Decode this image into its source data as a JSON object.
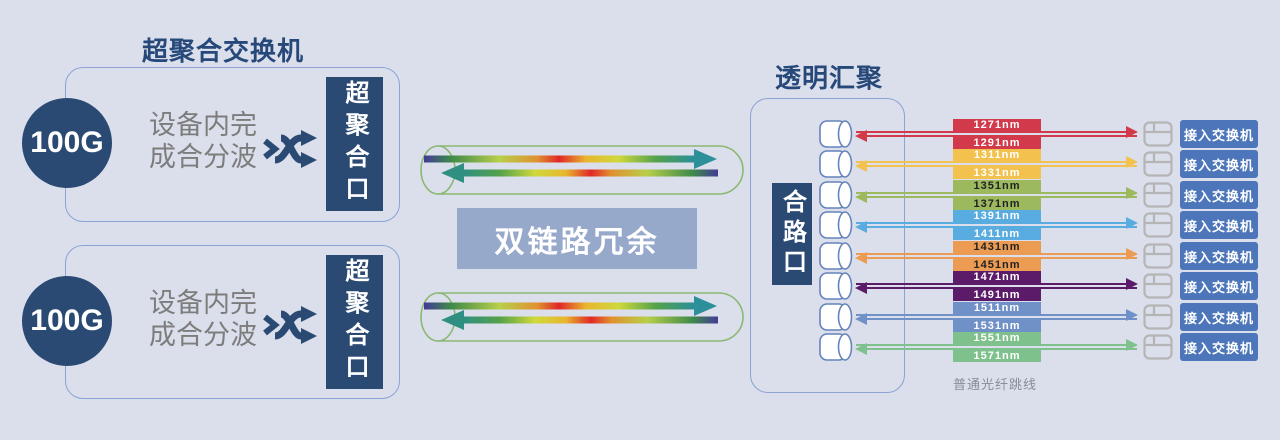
{
  "colors": {
    "background": "#dbdfeb",
    "navy": "#2a4a74",
    "box_border": "#8ca3d4",
    "button_blue": "#4d76ba",
    "desc_gray": "#7d7d7d",
    "tube_outline": "#8bb873",
    "tube_head_right": "#2c8f99",
    "tube_head_left": "#2f8f80",
    "switch_icon_gray": "#b5b5b5",
    "caption_gray": "#878c99"
  },
  "left": {
    "title": "超聚合交换机",
    "units": [
      {
        "speed": "100G",
        "desc_line1": "设备内完",
        "desc_line2": "成合分波",
        "port_label": "超聚合口"
      },
      {
        "speed": "100G",
        "desc_line1": "设备内完",
        "desc_line2": "成合分波",
        "port_label": "超聚合口"
      }
    ]
  },
  "middle": {
    "link_label": "双链路冗余"
  },
  "right": {
    "title": "透明汇聚",
    "combiner_label": "合路口",
    "access_switch_label": "接入交换机",
    "caption": "普通光纤跳线",
    "wavelength_groups": [
      {
        "top": "1271nm",
        "bottom": "1291nm",
        "color": "#d2394a",
        "text_color": "#ffffff"
      },
      {
        "top": "1311nm",
        "bottom": "1331nm",
        "color": "#f2c14e",
        "text_color": "#ffffff"
      },
      {
        "top": "1351nm",
        "bottom": "1371nm",
        "color": "#9cb95e",
        "text_color": "#222222"
      },
      {
        "top": "1391nm",
        "bottom": "1411nm",
        "color": "#58ace0",
        "text_color": "#ffffff"
      },
      {
        "top": "1431nm",
        "bottom": "1451nm",
        "color": "#eb9c52",
        "text_color": "#222222"
      },
      {
        "top": "1471nm",
        "bottom": "1491nm",
        "color": "#5c1b69",
        "text_color": "#ffffff"
      },
      {
        "top": "1511nm",
        "bottom": "1531nm",
        "color": "#7090c8",
        "text_color": "#ffffff"
      },
      {
        "top": "1551nm",
        "bottom": "1571nm",
        "color": "#7fc18d",
        "text_color": "#ffffff"
      }
    ]
  }
}
